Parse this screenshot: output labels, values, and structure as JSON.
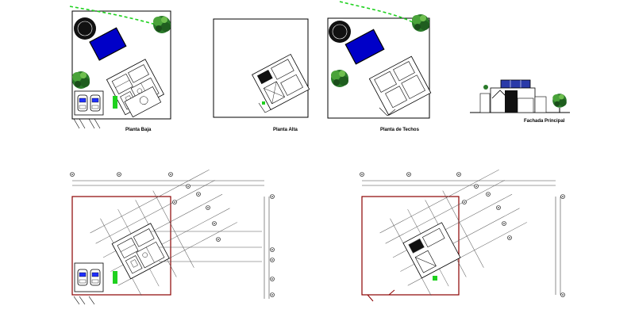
{
  "labels": {
    "planta_baja": "Planta Baja",
    "planta_alta": "Planta Alta",
    "planta_techos": "Planta de Techos",
    "fachada": "Fachada Principal"
  },
  "colors": {
    "ink": "#000000",
    "pool": "#0000c8",
    "car": "#1a1aff",
    "tree": "#1f6e1f",
    "tree_light": "#3f9a2f",
    "boundary": "#8b0000",
    "dim": "#444444",
    "green_accent": "#1fd11f",
    "facade_glass": "#2a3aa8"
  },
  "icons": [
    "tree-icon",
    "car-icon",
    "pool-icon",
    "north-arrow-icon",
    "grid-bubble-icon"
  ]
}
